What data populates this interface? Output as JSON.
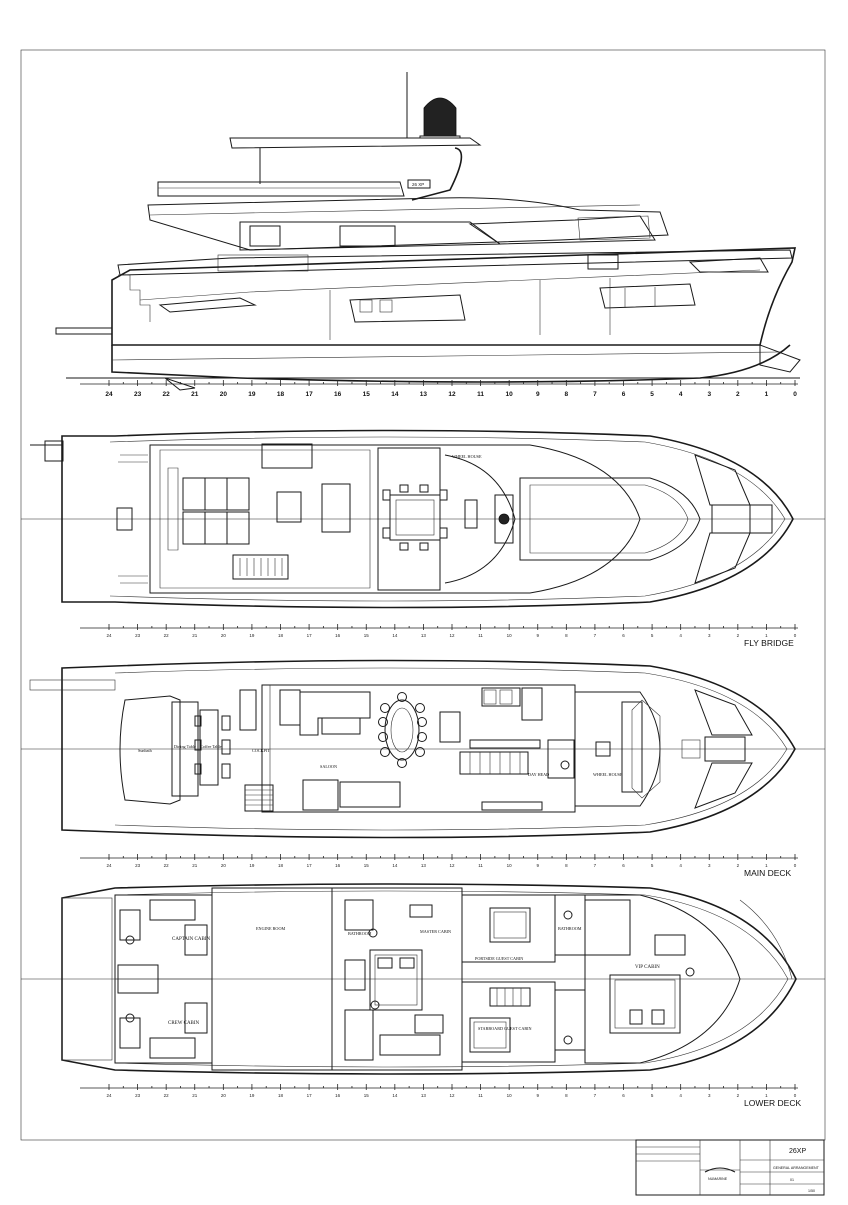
{
  "drawing": {
    "deck_labels": {
      "fly_bridge": "FLY BRIDGE",
      "main_deck": "MAIN DECK",
      "lower_deck": "LOWER DECK"
    },
    "frame_numbers": [
      "24",
      "23",
      "22",
      "21",
      "20",
      "19",
      "18",
      "17",
      "16",
      "15",
      "14",
      "13",
      "12",
      "11",
      "10",
      "9",
      "8",
      "7",
      "6",
      "5",
      "4",
      "3",
      "2",
      "1",
      "0"
    ],
    "profile_badge": "26 XP",
    "rooms": {
      "saloon": "SALOON",
      "cockpit": "COCKPIT",
      "sunbath": "Sunbath",
      "dining_table": "Dining Table",
      "coffee_table": "Coffee Table",
      "engine_room": "ENGINE ROOM",
      "master_cabin": "MASTER CABIN",
      "portside_guest_cabin": "PORTSIDE GUEST CABIN",
      "starboard_guest_cabin": "STARBOARD GUEST CABIN",
      "vip_cabin": "VIP CABIN",
      "captain_cabin": "CAPTAIN CABIN",
      "crew_cabin": "CREW CABIN",
      "bathroom": "BATHROOM",
      "wheel_house": "WHEEL HOUSE",
      "day_head": "DAY HEAD"
    },
    "title_block": {
      "model": "26XP",
      "drawing_title": "GENERAL ARRANGEMENT",
      "scale": "1/50",
      "company": "NUMARINE",
      "sheet": "01"
    }
  }
}
